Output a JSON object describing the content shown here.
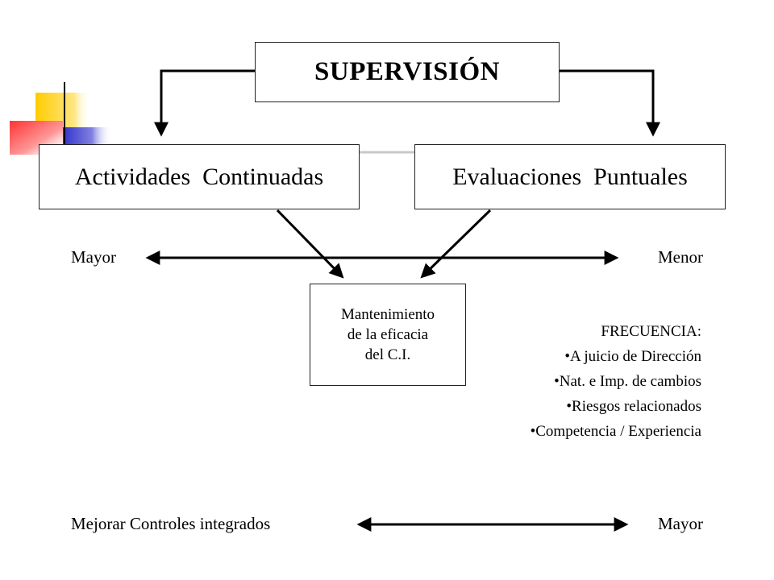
{
  "diagram": {
    "top_box": {
      "label": "SUPERVISIÓN"
    },
    "left_box": {
      "label": "Actividades  Continuadas"
    },
    "right_box": {
      "label": "Evaluaciones  Puntuales"
    },
    "center_box": {
      "lines": [
        "Mantenimiento",
        "de la eficacia",
        "del C.I."
      ]
    },
    "frequency_axis": {
      "left_label": "Mayor",
      "right_label": "Menor"
    },
    "frequency": {
      "title": "FRECUENCIA:",
      "items": [
        "•A juicio de Dirección",
        "•Nat. e Imp. de cambios",
        "•Riesgos relacionados",
        "•Competencia / Experiencia"
      ]
    },
    "bottom_axis": {
      "left_label": "Mejorar Controles integrados",
      "right_label": "Mayor"
    }
  },
  "colors": {
    "deco_yellow": "#ffcc00",
    "deco_blue": "#3333cc",
    "deco_red": "#ff3333",
    "line": "#000000",
    "connector_gray": "#c8c8c8"
  }
}
